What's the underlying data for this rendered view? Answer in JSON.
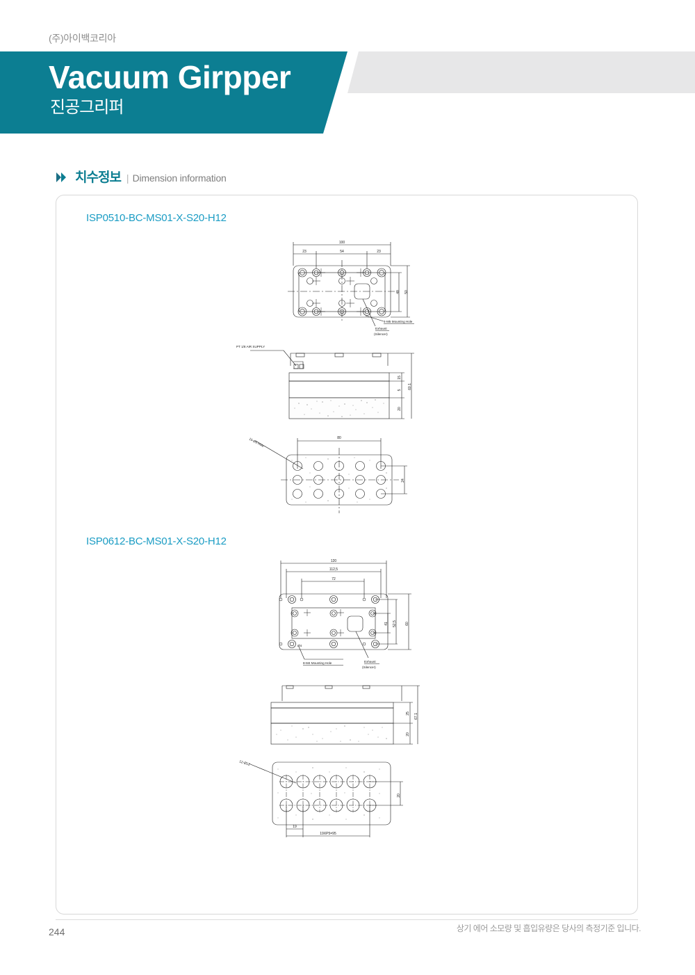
{
  "header": {
    "company": "(주)아이백코리아",
    "title": "Vacuum Girpper",
    "subtitle": "진공그리퍼",
    "brand_color": "#0c7e92",
    "accent_gray": "#e7e7e8"
  },
  "section": {
    "arrow_icon": "chevron-right-icon",
    "title_ko": "치수정보",
    "divider": "|",
    "title_en": "Dimension information"
  },
  "drawings": [
    {
      "model": "ISP0510-BC-MS01-X-S20-H12",
      "top_view": {
        "dims_horizontal": [
          "100",
          "23",
          "54",
          "23"
        ],
        "dims_vertical": [
          "40",
          "50"
        ],
        "callouts": [
          "4-M5 Mounting Hole",
          "Exhaust",
          "(Silencer)"
        ]
      },
      "side_view": {
        "callouts": [
          "PT 1/8 AIR SUPPLY"
        ],
        "dims_vertical": [
          "15",
          "5",
          "20",
          "60.1"
        ]
      },
      "bottom_view": {
        "callouts": [
          "15-Ø9 Hole"
        ],
        "dims_horizontal": [
          "80"
        ],
        "dims_vertical": [
          "24"
        ],
        "hole_rows": 3,
        "hole_cols": 5
      }
    },
    {
      "model": "ISP0612-BC-MS01-X-S20-H12",
      "top_view": {
        "dims_horizontal": [
          "120",
          "112,5",
          "72"
        ],
        "dims_vertical": [
          "41",
          "52,5",
          "60"
        ],
        "callouts": [
          "8-M4 Mounting Hole",
          "Exhaust",
          "(Silencer)",
          "Ø4"
        ]
      },
      "side_view": {
        "dims_vertical": [
          "25",
          "20",
          "67.1"
        ]
      },
      "bottom_view": {
        "callouts": [
          "12-Ø12"
        ],
        "dims_horizontal": [
          "19",
          "19XP5=95"
        ],
        "dims_vertical": [
          "20"
        ],
        "hole_rows": 2,
        "hole_cols": 6
      }
    }
  ],
  "footer": {
    "page_number": "244",
    "note": "상기 에어 소모량 및 흡입유량은 당사의 측정기준 입니다."
  }
}
